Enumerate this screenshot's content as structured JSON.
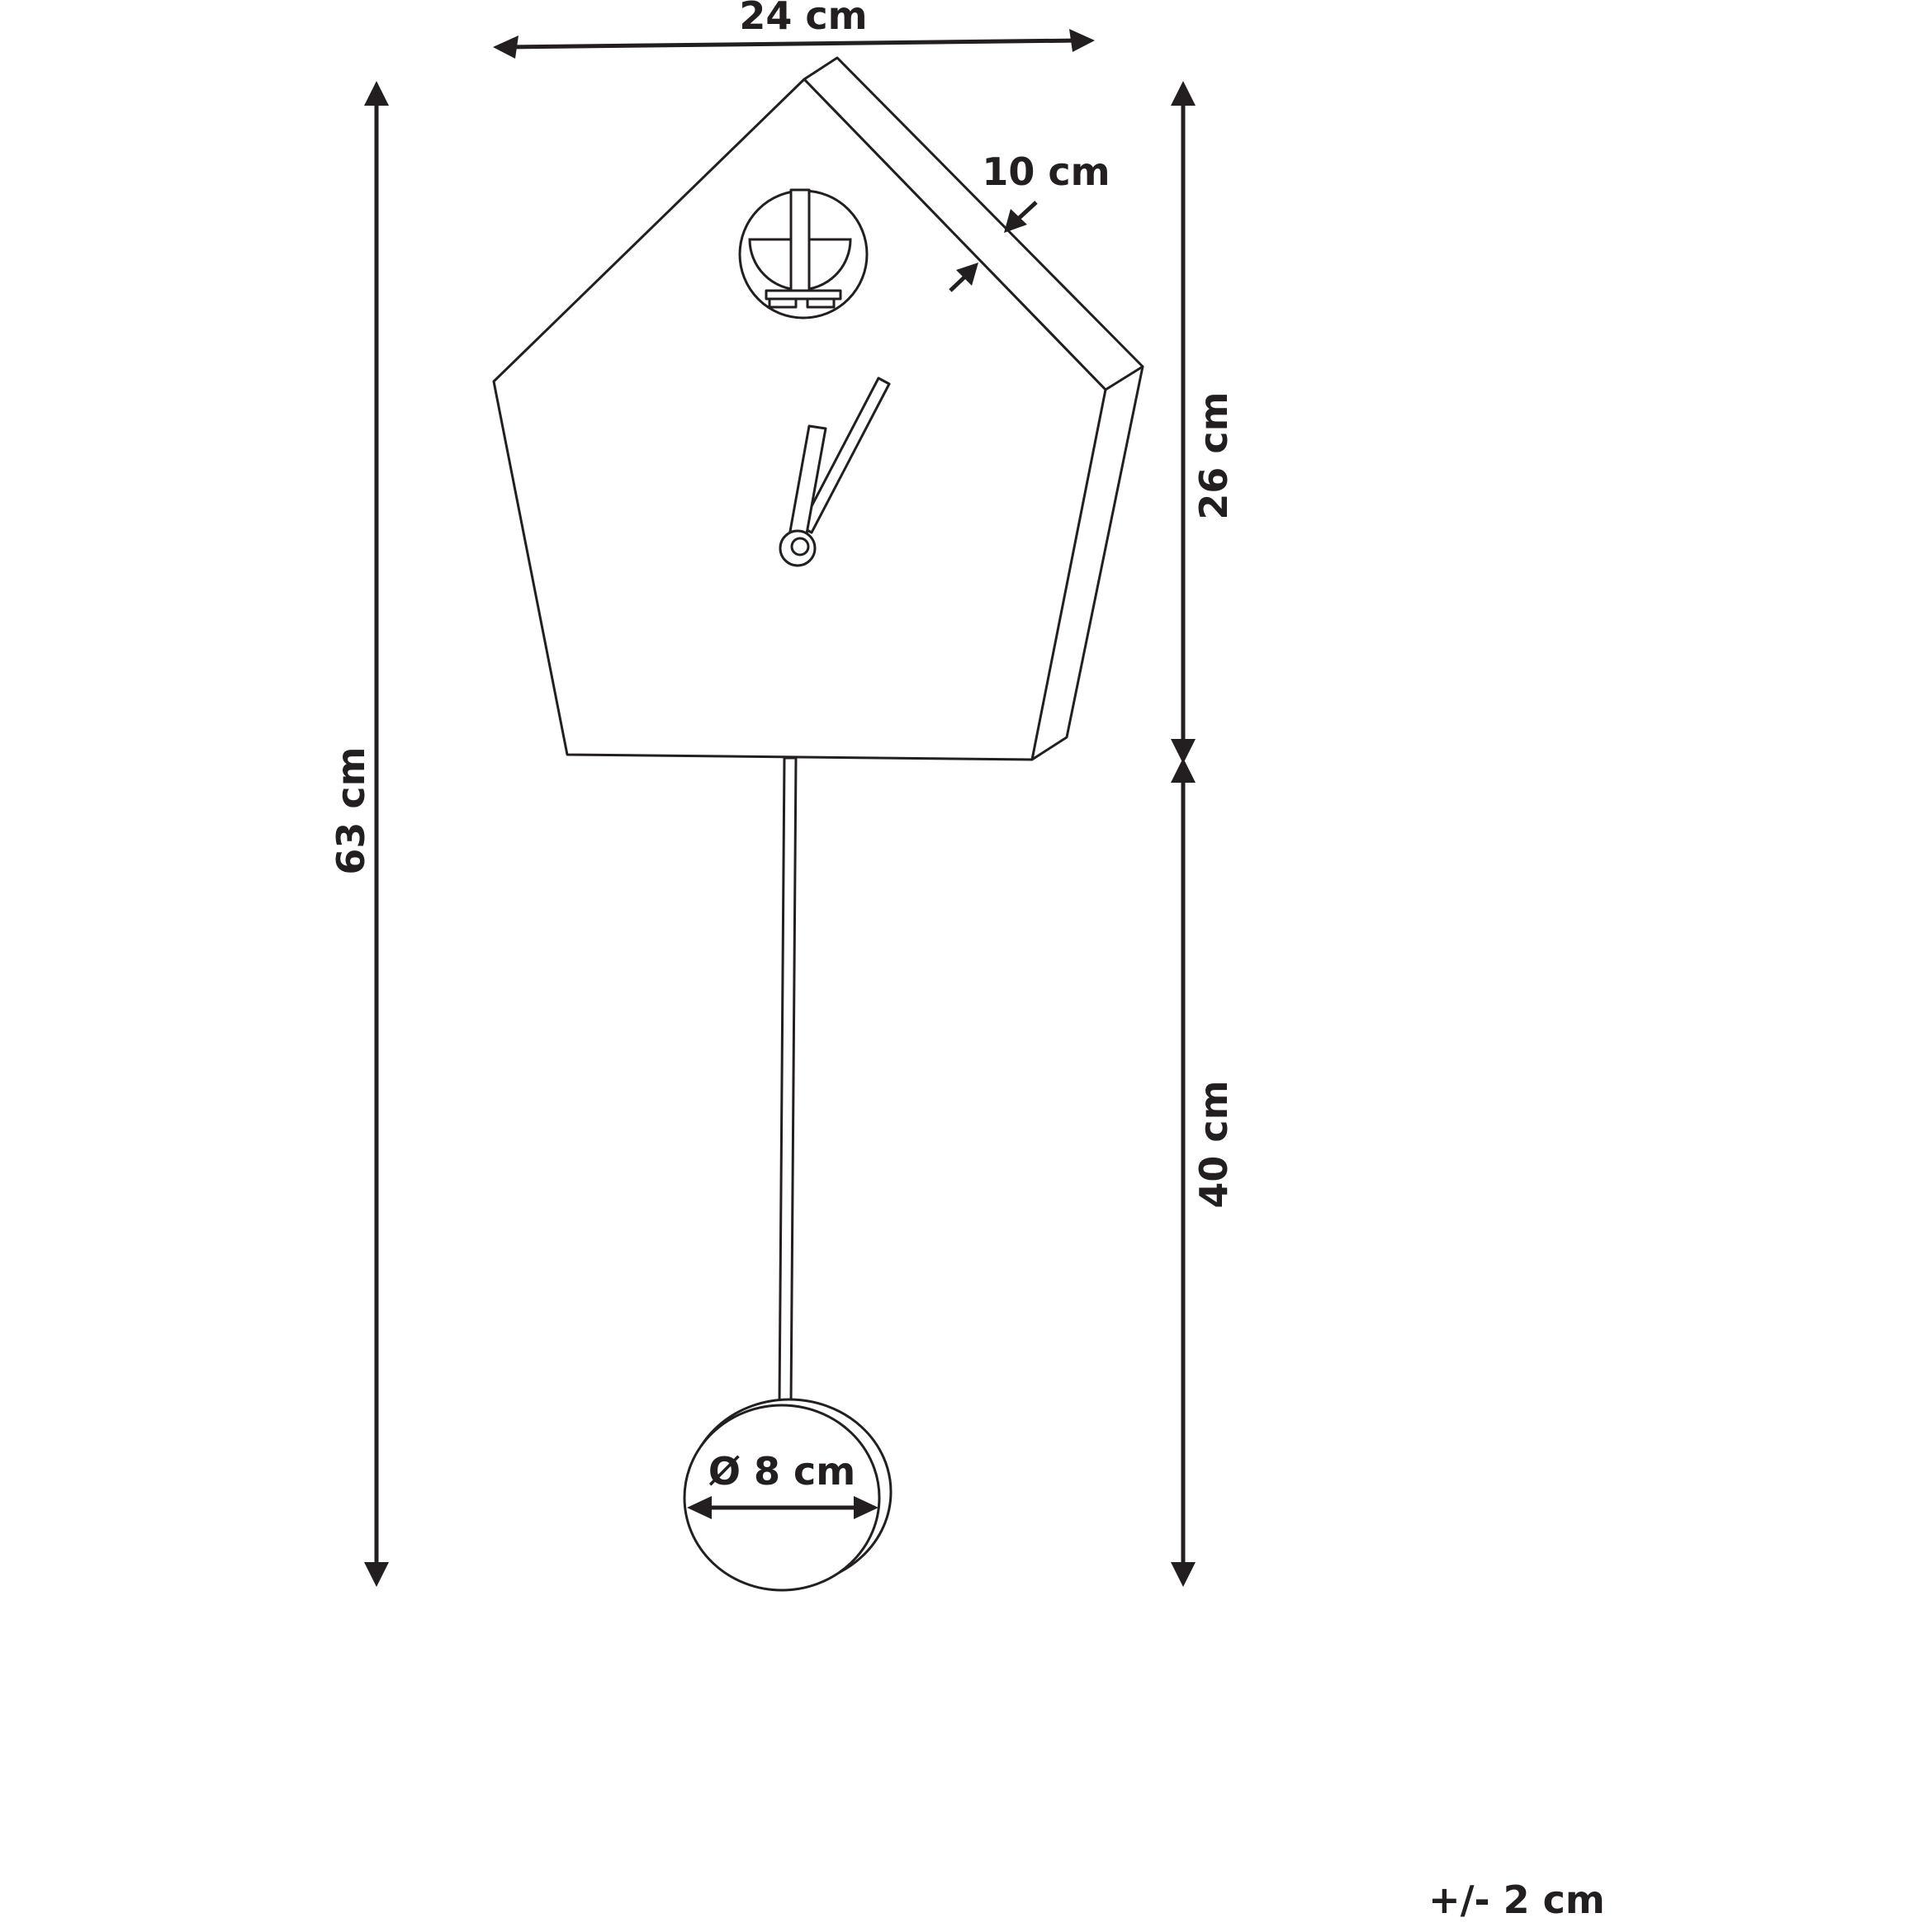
{
  "dimensions": {
    "width": "24 cm",
    "depth": "10 cm",
    "total_height": "63 cm",
    "body_height": "26 cm",
    "pendulum_length": "40 cm",
    "pendulum_diameter": "Ø 8 cm",
    "tolerance": "+/- 2 cm"
  },
  "colors": {
    "line": "#231f20",
    "background": "#ffffff"
  }
}
